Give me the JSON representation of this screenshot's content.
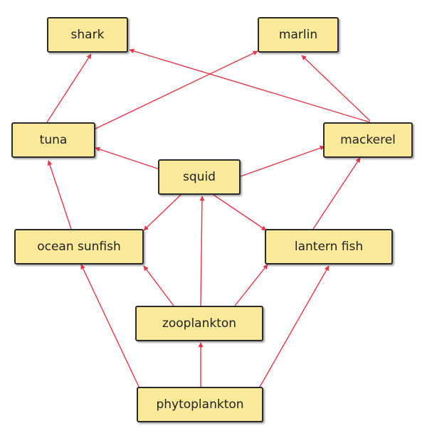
{
  "colors": {
    "node_fill": "#fbe99a",
    "node_border": "#2b2b2b",
    "arrow": "#e8344a"
  },
  "nodes": {
    "shark": "shark",
    "marlin": "marlin",
    "tuna": "tuna",
    "mackerel": "mackerel",
    "squid": "squid",
    "ocean_sunfish": "ocean sunfish",
    "lantern_fish": "lantern fish",
    "zooplankton": "zooplankton",
    "phytoplankton": "phytoplankton"
  },
  "edges": [
    {
      "from": "tuna",
      "to": "shark"
    },
    {
      "from": "mackerel",
      "to": "shark"
    },
    {
      "from": "tuna",
      "to": "marlin"
    },
    {
      "from": "mackerel",
      "to": "marlin"
    },
    {
      "from": "squid",
      "to": "tuna"
    },
    {
      "from": "squid",
      "to": "mackerel"
    },
    {
      "from": "ocean_sunfish",
      "to": "tuna"
    },
    {
      "from": "lantern_fish",
      "to": "mackerel"
    },
    {
      "from": "squid",
      "to": "ocean_sunfish"
    },
    {
      "from": "squid",
      "to": "lantern_fish"
    },
    {
      "from": "zooplankton",
      "to": "ocean_sunfish"
    },
    {
      "from": "zooplankton",
      "to": "squid"
    },
    {
      "from": "zooplankton",
      "to": "lantern_fish"
    },
    {
      "from": "phytoplankton",
      "to": "ocean_sunfish"
    },
    {
      "from": "phytoplankton",
      "to": "zooplankton"
    },
    {
      "from": "phytoplankton",
      "to": "lantern_fish"
    }
  ]
}
